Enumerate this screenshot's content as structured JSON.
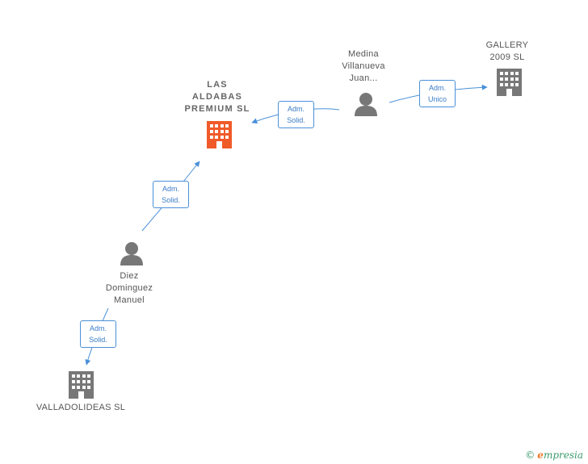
{
  "nodes": {
    "las_aldabas": {
      "label_lines": [
        "LAS",
        "ALDABAS",
        "PREMIUM  SL"
      ],
      "type": "company",
      "color": "#f05a28"
    },
    "gallery": {
      "label_lines": [
        "GALLERY",
        "2009 SL"
      ],
      "type": "company",
      "color": "#777777"
    },
    "valladolideas": {
      "label_lines": [
        "VALLADOLIDEAS SL"
      ],
      "type": "company",
      "color": "#777777"
    },
    "medina": {
      "label_lines": [
        "Medina",
        "Villanueva",
        "Juan..."
      ],
      "type": "person",
      "color": "#777777"
    },
    "diez": {
      "label_lines": [
        "Diez",
        "Dominguez",
        "Manuel"
      ],
      "type": "person",
      "color": "#777777"
    }
  },
  "edges": {
    "medina_to_las": {
      "lines": [
        "Adm.",
        "Solid."
      ]
    },
    "medina_to_gallery": {
      "lines": [
        "Adm.",
        "Unico"
      ]
    },
    "diez_to_las": {
      "lines": [
        "Adm.",
        "Solid."
      ]
    },
    "diez_to_valladolideas": {
      "lines": [
        "Adm.",
        "Solid."
      ]
    }
  },
  "colors": {
    "edge": "#4a90d9",
    "icon": "#777777",
    "accent": "#f05a28"
  },
  "brand": {
    "copyright": "©",
    "first_letter": "e",
    "rest": "mpresia"
  }
}
